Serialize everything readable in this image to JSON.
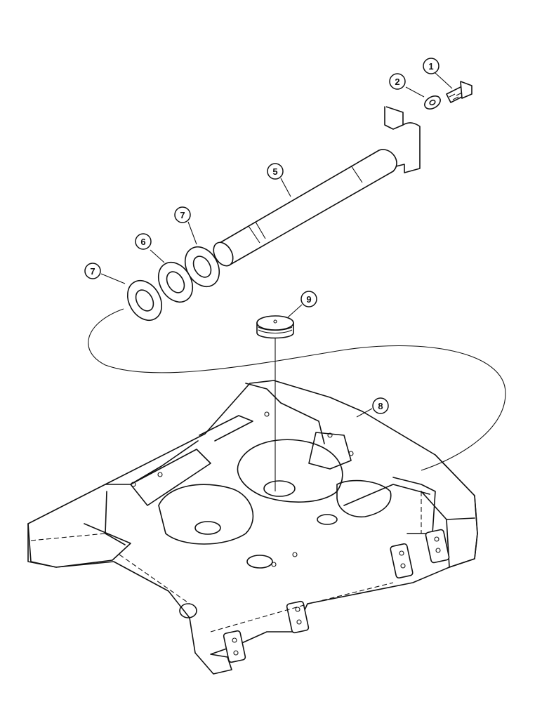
{
  "callouts": [
    {
      "id": "c1",
      "label": "1"
    },
    {
      "id": "c2",
      "label": "2"
    },
    {
      "id": "c5",
      "label": "5"
    },
    {
      "id": "c7a",
      "label": "7"
    },
    {
      "id": "c6",
      "label": "6"
    },
    {
      "id": "c7b",
      "label": "7"
    },
    {
      "id": "c9",
      "label": "9"
    },
    {
      "id": "c8",
      "label": "8"
    }
  ]
}
